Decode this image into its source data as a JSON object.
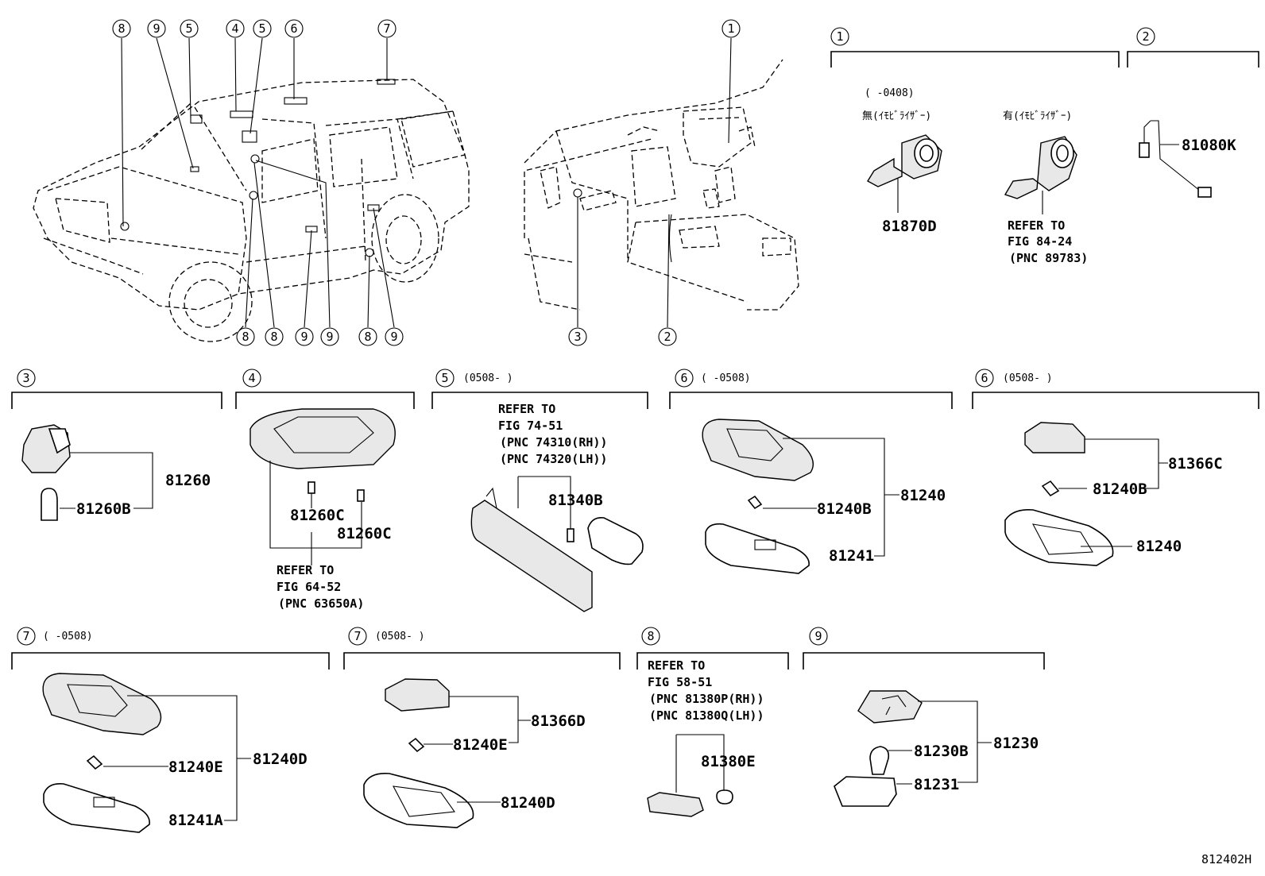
{
  "diagram_code": "812402H",
  "vehicle_callouts": [
    "8",
    "9",
    "5",
    "4",
    "5",
    "6",
    "7",
    "8",
    "8",
    "9",
    "9",
    "8",
    "9"
  ],
  "dash_callouts": [
    "1",
    "3",
    "2"
  ],
  "sections": [
    {
      "id": "1",
      "note": "",
      "parts": [
        "81870D"
      ]
    },
    {
      "id": "2",
      "note": "",
      "parts": [
        "81080K"
      ]
    },
    {
      "id": "3",
      "note": "",
      "parts": [
        "81260",
        "81260B"
      ]
    },
    {
      "id": "4",
      "note": "",
      "parts": [
        "81260C",
        "81260C"
      ]
    },
    {
      "id": "5",
      "note": "(0508-    )",
      "parts": [
        "81340B"
      ]
    },
    {
      "id": "6",
      "note": "(    -0508)",
      "parts": [
        "81240",
        "81240B",
        "81241"
      ]
    },
    {
      "id": "6",
      "note": "(0508-    )",
      "parts": [
        "81366C",
        "81240B",
        "81240"
      ]
    },
    {
      "id": "7",
      "note": "(    -0508)",
      "parts": [
        "81240D",
        "81240E",
        "81241A"
      ]
    },
    {
      "id": "7",
      "note": "(0508-    )",
      "parts": [
        "81366D",
        "81240E",
        "81240D"
      ]
    },
    {
      "id": "8",
      "note": "",
      "parts": [
        "81380E"
      ]
    },
    {
      "id": "9",
      "note": "",
      "parts": [
        "81230",
        "81230B",
        "81231"
      ]
    }
  ],
  "sec1": {
    "date_note": "(    -0408)",
    "no_immob": "無(ｲﾓﾋﾞﾗｲｻﾞｰ)",
    "with_immob": "有(ｲﾓﾋﾞﾗｲｻﾞｰ)",
    "ref": [
      "REFER TO",
      "FIG 84-24",
      "(PNC 89783)"
    ]
  },
  "sec4_ref": [
    "REFER TO",
    "FIG 64-52",
    "(PNC 63650A)"
  ],
  "sec5_ref": [
    "REFER TO",
    "FIG 74-51",
    "(PNC 74310(RH))",
    "(PNC 74320(LH))"
  ],
  "sec8_ref": [
    "REFER TO",
    "FIG 58-51",
    "(PNC 81380P(RH))",
    "(PNC 81380Q(LH))"
  ]
}
